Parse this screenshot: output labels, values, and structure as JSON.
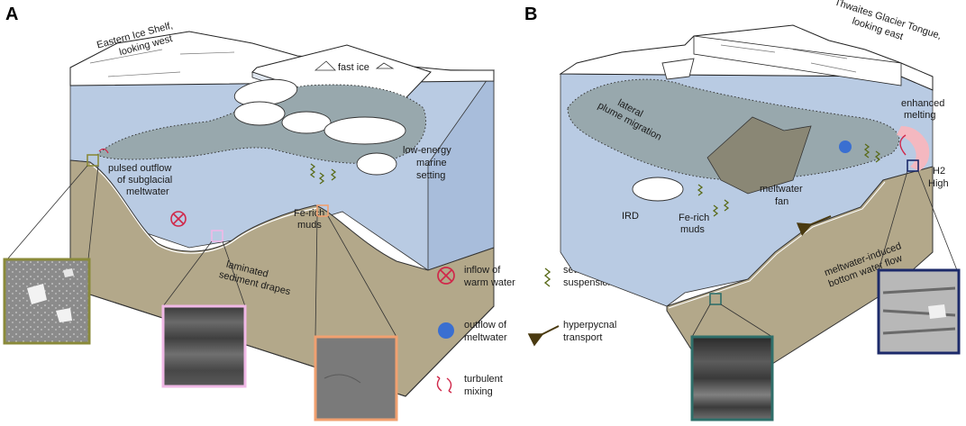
{
  "panels": [
    {
      "letter": "A",
      "view_title_line1": "Eastern Ice Shelf,",
      "view_title_line2": "looking west",
      "labels": {
        "fast_ice": "fast ice",
        "pulsed_outflow_1": "pulsed outflow",
        "pulsed_outflow_2": "of subglacial",
        "pulsed_outflow_3": "meltwater",
        "fe_rich_1": "Fe-rich",
        "fe_rich_2": "muds",
        "low_energy_1": "low-energy",
        "low_energy_2": "marine",
        "low_energy_3": "setting",
        "laminated_1": "laminated",
        "laminated_2": "sediment drapes"
      }
    },
    {
      "letter": "B",
      "view_title_line1": "Thwaites Glacier Tongue,",
      "view_title_line2": "looking east",
      "labels": {
        "lateral_1": "lateral",
        "lateral_2": "plume migration",
        "enhanced_1": "enhanced",
        "enhanced_2": "melting",
        "h2_1": "H2",
        "h2_2": "High",
        "meltwater_fan_1": "meltwater",
        "meltwater_fan_2": "fan",
        "ird": "IRD",
        "fe_rich_1": "Fe-rich",
        "fe_rich_2": "muds",
        "bottom_flow_1": "meltwater-induced",
        "bottom_flow_2": "bottom water flow"
      }
    }
  ],
  "legend": {
    "inflow_1": "inflow of",
    "inflow_2": "warm water",
    "settling_1": "settling from",
    "settling_2": "suspension",
    "outflow_1": "outflow of",
    "outflow_2": "meltwater",
    "hyperpycnal_1": "hyperpycnal",
    "hyperpycnal_2": "transport",
    "turbulent_1": "turbulent",
    "turbulent_2": "mixing"
  },
  "colors": {
    "water": "#b9cbe3",
    "water_dark": "#9fb6d6",
    "plume": "#98a8ad",
    "sediment": "#b3a88a",
    "sediment_dark": "#8f8569",
    "fan": "#8a8775",
    "ice": "#ffffff",
    "inflow": "#d0284a",
    "outflow": "#3a6fd1",
    "settling": "#5a6b1a",
    "hyperpycnal": "#4a3a10",
    "thumb_olive": "#8a8a3a",
    "thumb_pink": "#f0b8e6",
    "thumb_orange": "#f0a070",
    "thumb_teal": "#2f6f6a",
    "thumb_navy": "#1c2a6a",
    "enhanced_melting": "#f4b8c0"
  }
}
